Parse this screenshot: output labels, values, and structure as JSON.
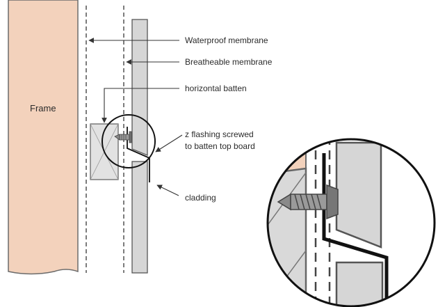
{
  "labels": {
    "frame": "Frame",
    "waterproof_membrane": "Waterproof membrane",
    "breatheable_membrane": "Breatheable membrane",
    "horizontal_batten": "horizontal batten",
    "z_flashing_line1": "z flashing screwed",
    "z_flashing_line2": "to batten top board",
    "cladding": "cladding"
  },
  "colors": {
    "frame_fill": "#f3d2bc",
    "frame_stroke": "#6b6b6b",
    "board_fill": "#d6d6d6",
    "board_stroke": "#555555",
    "batten_fill": "#e2e2e2",
    "flashing": "#111111",
    "text": "#2b2b2b",
    "leader": "#333333"
  }
}
